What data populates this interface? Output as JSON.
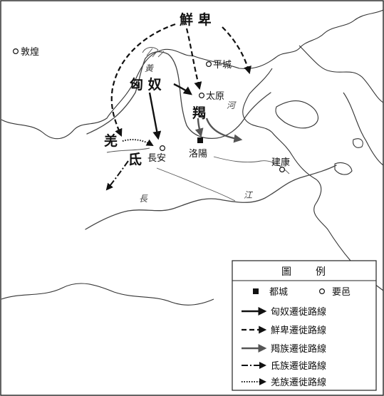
{
  "ethnic_groups": {
    "xianbei": "鮮 卑",
    "xiongnu": "匈 奴",
    "jie": "羯",
    "qiang": "羌",
    "di": "氐"
  },
  "cities": {
    "dunhuang": "敦煌",
    "pingcheng": "平城",
    "taiyuan": "太原",
    "changan": "長安",
    "luoyang": "洛陽",
    "jiankang": "建康"
  },
  "rivers": {
    "huang": "黃",
    "he": "河",
    "chang": "長",
    "jiang": "江"
  },
  "legend": {
    "title": "圖　　例",
    "capital_label": "都城",
    "town_label": "要邑",
    "routes": [
      {
        "label": "匈奴遷徙路線",
        "style": "solid-black"
      },
      {
        "label": "鮮卑遷徙路線",
        "style": "dashed-black"
      },
      {
        "label": "羯族遷徙路線",
        "style": "solid-gray"
      },
      {
        "label": "氐族遷徙路線",
        "style": "dash-dot-black"
      },
      {
        "label": "羌族遷徙路線",
        "style": "dotted-black"
      }
    ]
  },
  "colors": {
    "ink": "#111111",
    "jie_route": "#555555",
    "background": "#ffffff"
  }
}
